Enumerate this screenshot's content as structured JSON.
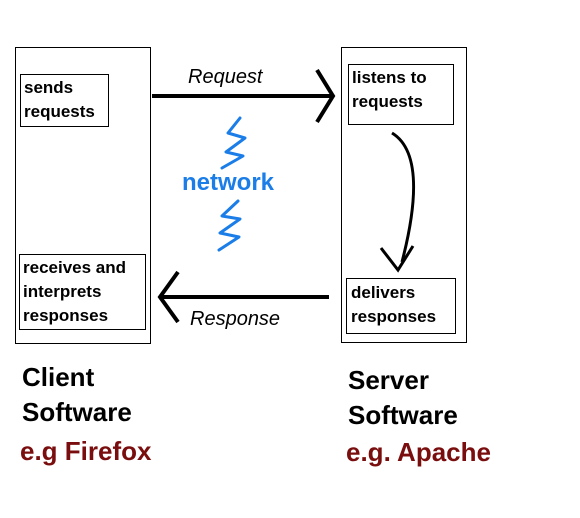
{
  "client": {
    "sends_lines": [
      "sends",
      "requests"
    ],
    "receives_lines": [
      "receives and",
      "interprets",
      "responses"
    ],
    "caption_lines": [
      "Client",
      "Software"
    ],
    "example": "e.g Firefox"
  },
  "server": {
    "listens_lines": [
      "listens to",
      "requests"
    ],
    "delivers_lines": [
      "delivers",
      "responses"
    ],
    "caption_lines": [
      "Server",
      "Software"
    ],
    "example": "e.g. Apache"
  },
  "arrows": {
    "request_label": "Request",
    "response_label": "Response"
  },
  "network": {
    "label": "network"
  },
  "colors": {
    "stroke": "#000000",
    "network": "#1a7de8",
    "example": "#7a0e0e"
  }
}
